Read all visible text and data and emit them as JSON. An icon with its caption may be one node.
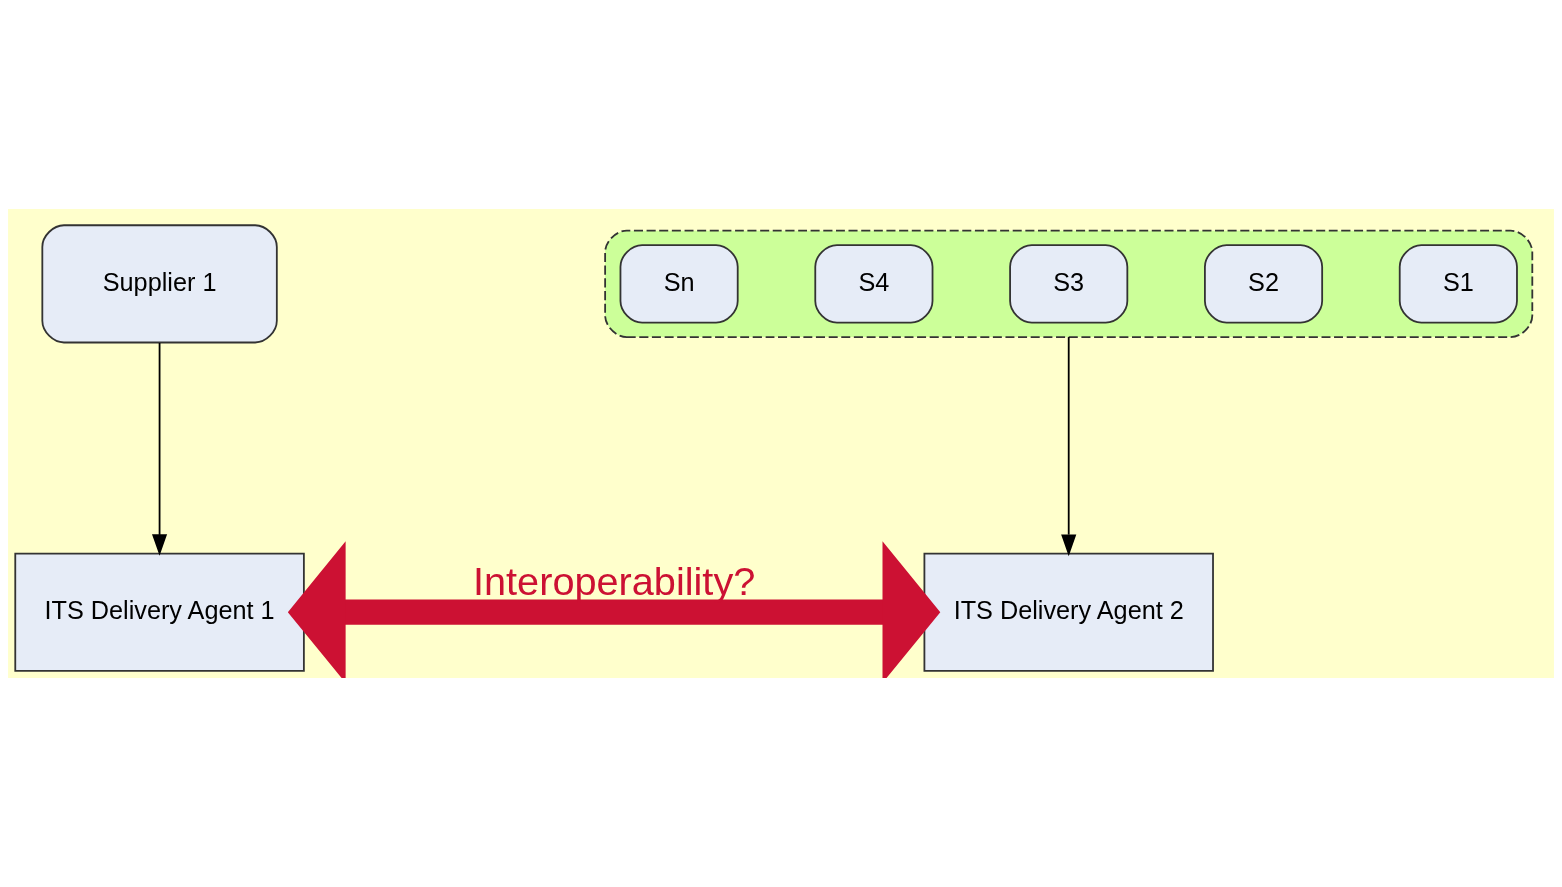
{
  "diagram": {
    "nodes": [
      {
        "text": [
          "Supplier 1"
        ]
      },
      {
        "text": [],
        "shape": "box"
      },
      {
        "text": [
          "S1"
        ],
        "in": 1
      },
      {
        "text": [
          "S2"
        ],
        "in": 1
      },
      {
        "text": [
          "S3"
        ],
        "in": 1
      },
      {
        "text": [
          "S4"
        ],
        "in": 1
      },
      {
        "text": [
          "Sn"
        ],
        "in": 1
      },
      {
        "text": [
          "ITS Delivery Agent 1"
        ]
      },
      {
        "text": [
          "ITS Delivery Agent 2"
        ]
      }
    ],
    "edges": [
      {
        "from": 0,
        "to": 7,
        "arrow": "to"
      },
      {
        "from": 1,
        "to": 8,
        "arrow": "to"
      },
      {
        "from": 7,
        "to": 8,
        "arrow": "both",
        "label": "Interoperability?",
        "style": "thick",
        "color": "#cc1133"
      }
    ]
  }
}
